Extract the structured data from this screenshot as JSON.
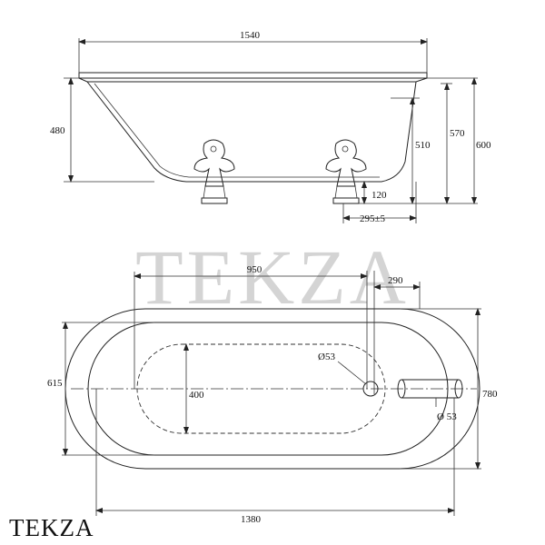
{
  "watermark": "TEKZA",
  "brand_label": "TEKZA",
  "side_view": {
    "overall_length": "1540",
    "height_rim": "480",
    "height_feet": "510",
    "height_total": "570",
    "height_overflow": "600",
    "foot_height": "120",
    "drain_offset": "295±5"
  },
  "top_view": {
    "inner_length": "950",
    "drain_offset": "290",
    "overflow_diameter": "Ø53",
    "inner_width": "400",
    "outer_width": "615",
    "overall_width": "780",
    "pipe_diameter": "Ø 53",
    "overall_length": "1380"
  }
}
